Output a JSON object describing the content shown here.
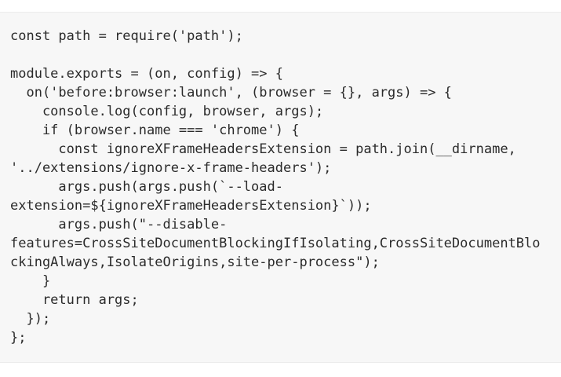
{
  "code_block": {
    "lines": [
      "const path = require('path');",
      "",
      "module.exports = (on, config) => {",
      "  on('before:browser:launch', (browser = {}, args) => {",
      "    console.log(config, browser, args);",
      "    if (browser.name === 'chrome') {",
      "      const ignoreXFrameHeadersExtension = path.join(__dirname,",
      "'../extensions/ignore-x-frame-headers');",
      "      args.push(args.push(`--load-",
      "extension=${ignoreXFrameHeadersExtension}`));",
      "      args.push(\"--disable-",
      "features=CrossSiteDocumentBlockingIfIsolating,CrossSiteDocumentBlo",
      "ckingAlways,IsolateOrigins,site-per-process\");",
      "    }",
      "    return args;",
      "  });",
      "};"
    ],
    "colors": {
      "block_background": "#f7f7f7",
      "text": "#2b2b2b",
      "page_background": "#ffffff",
      "block_border": "#ececec"
    }
  }
}
